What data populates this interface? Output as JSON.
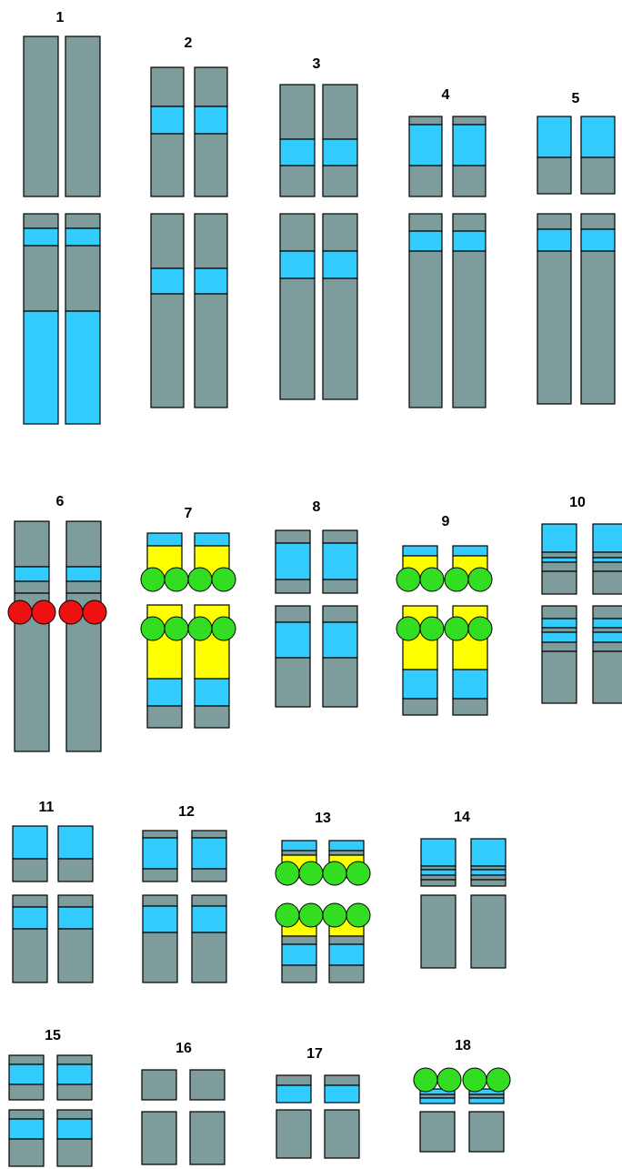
{
  "colors": {
    "gray": "#7f9c9c",
    "blue": "#33ccff",
    "yellow": "#ffff00",
    "green": "#33dd22",
    "red": "#ee1111",
    "outline": "#000000"
  },
  "chromosomes": [
    {
      "label": "1"
    },
    {
      "label": "2"
    },
    {
      "label": "3"
    },
    {
      "label": "4"
    },
    {
      "label": "5"
    },
    {
      "label": "6"
    },
    {
      "label": "7"
    },
    {
      "label": "8"
    },
    {
      "label": "9"
    },
    {
      "label": "10"
    },
    {
      "label": "11"
    },
    {
      "label": "12"
    },
    {
      "label": "13"
    },
    {
      "label": "14"
    },
    {
      "label": "15"
    },
    {
      "label": "16"
    },
    {
      "label": "17"
    },
    {
      "label": "18"
    }
  ]
}
